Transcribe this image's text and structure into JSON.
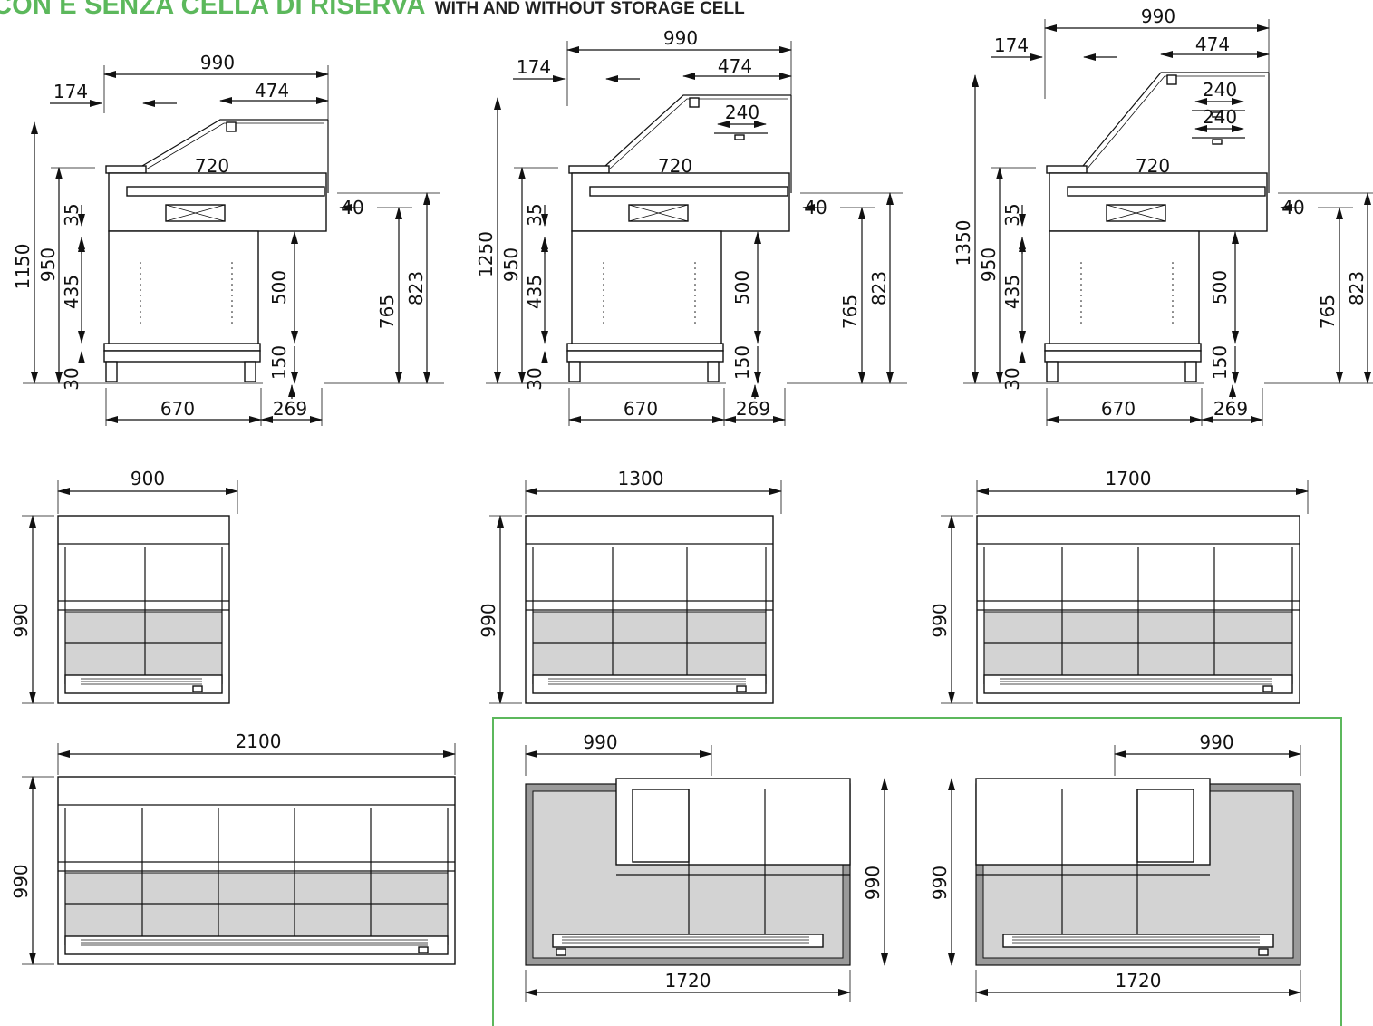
{
  "header": {
    "title_it": "CON E SENZA CELLA DI RISERVA",
    "title_en": "WITH AND WITHOUT STORAGE CELL"
  },
  "colors": {
    "accent_green": "#5cb85c",
    "line": "#111111",
    "fill_grey": "#d3d3d3"
  },
  "side_views": [
    {
      "top_width": "990",
      "offset_left": "174",
      "glass_depth": "474",
      "shelves": [],
      "inner_width": "720",
      "total_height": "1150",
      "height_950": "950",
      "dim_35": "35",
      "dim_435": "435",
      "dim_30": "30",
      "dim_500": "500",
      "dim_150": "150",
      "dim_40": "40",
      "dim_765": "765",
      "dim_823": "823",
      "base_width": "670",
      "overhang": "269"
    },
    {
      "top_width": "990",
      "offset_left": "174",
      "glass_depth": "474",
      "shelves": [
        "240"
      ],
      "inner_width": "720",
      "total_height": "1250",
      "height_950": "950",
      "dim_35": "35",
      "dim_435": "435",
      "dim_30": "30",
      "dim_500": "500",
      "dim_150": "150",
      "dim_40": "40",
      "dim_765": "765",
      "dim_823": "823",
      "base_width": "670",
      "overhang": "269"
    },
    {
      "top_width": "990",
      "offset_left": "174",
      "glass_depth": "474",
      "shelves": [
        "240",
        "240"
      ],
      "inner_width": "720",
      "total_height": "1350",
      "height_950": "950",
      "dim_35": "35",
      "dim_435": "435",
      "dim_30": "30",
      "dim_500": "500",
      "dim_150": "150",
      "dim_40": "40",
      "dim_765": "765",
      "dim_823": "823",
      "base_width": "670",
      "overhang": "269"
    }
  ],
  "plan_views": [
    {
      "width": "900",
      "depth": "990"
    },
    {
      "width": "1300",
      "depth": "990"
    },
    {
      "width": "1700",
      "depth": "990"
    },
    {
      "width": "2100",
      "depth": "990"
    }
  ],
  "corner_views": [
    {
      "offset": "990",
      "width": "1720",
      "depth": "990"
    },
    {
      "offset": "990",
      "width": "1720",
      "depth": "990"
    }
  ]
}
